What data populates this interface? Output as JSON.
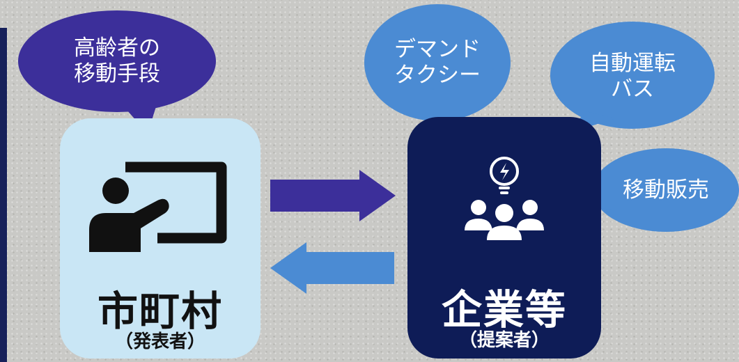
{
  "colors": {
    "municipality_box": "#c9e6f5",
    "company_box": "#0e1c57",
    "bubble_dark": "#3c2f9a",
    "bubble_light": "#4b8bd3",
    "arrow_right": "#3c2f9a",
    "arrow_left": "#4b8bd3"
  },
  "municipality": {
    "title": "市町村",
    "subtitle": "（発表者）",
    "icon": "teacher-presentation-icon",
    "bubble": {
      "line1": "高齢者の",
      "line2": "移動手段"
    }
  },
  "company": {
    "title": "企業等",
    "subtitle": "（提案者）",
    "icon": "idea-team-icon",
    "bubbles": [
      {
        "line1": "デマンド",
        "line2": "タクシー"
      },
      {
        "line1": "自動運転",
        "line2": "バス"
      },
      {
        "line1": "移動販売",
        "line2": ""
      }
    ]
  },
  "arrows": [
    {
      "direction": "right",
      "from": "市町村",
      "to": "企業等"
    },
    {
      "direction": "left",
      "from": "企業等",
      "to": "市町村"
    }
  ]
}
